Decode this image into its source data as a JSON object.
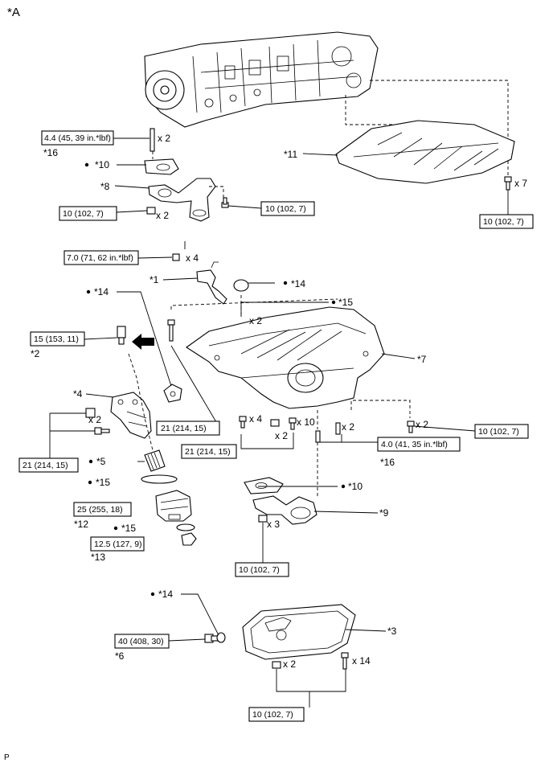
{
  "header": {
    "view_label": "*A",
    "footer_label": "P"
  },
  "callouts": {
    "c16a": "*16",
    "c10a": "*10",
    "c8": "*8",
    "c11": "*11",
    "c1": "*1",
    "c14a": "*14",
    "c14b": "*14",
    "c15a": "*15",
    "c2": "*2",
    "c4": "*4",
    "c7": "*7",
    "c5": "*5",
    "c15b": "*15",
    "c12": "*12",
    "c15c": "*15",
    "c13": "*13",
    "c16b": "*16",
    "c10b": "*10",
    "c9": "*9",
    "c14c": "*14",
    "c3": "*3",
    "c6": "*6"
  },
  "quantities": {
    "q1": "x 2",
    "q2": "x 2",
    "q3": "x 7",
    "q4": "x 4",
    "q5": "x 2",
    "q6": "x 2",
    "q7": "x 4",
    "q8": "x 2",
    "q9": "x 10",
    "q10": "x 2",
    "q11": "x 2",
    "q12": "x 3",
    "q13": "x 2",
    "q14": "x 14"
  },
  "torques": {
    "t1": "4.4 (45, 39 in.*lbf)",
    "t2": "10 (102, 7)",
    "t3": "10 (102, 7)",
    "t4": "10 (102, 7)",
    "t5": "7.0 (71, 62 in.*lbf)",
    "t6": "15 (153, 11)",
    "t7": "21 (214, 15)",
    "t8": "21 (214, 15)",
    "t9": "10 (102, 7)",
    "t10": "21 (214, 15)",
    "t11": "4.0 (41, 35 in.*lbf)",
    "t12": "25 (255, 18)",
    "t13": "12.5 (127, 9)",
    "t14": "10 (102, 7)",
    "t15": "40 (408, 30)",
    "t16": "10 (102, 7)"
  }
}
